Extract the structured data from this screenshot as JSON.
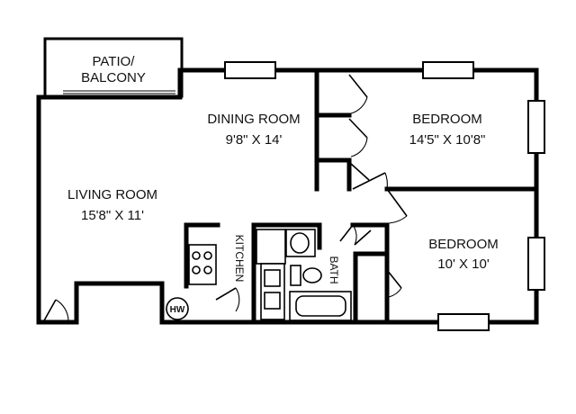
{
  "rooms": {
    "patio": {
      "line1": "PATIO/",
      "line2": "BALCONY"
    },
    "dining": {
      "name": "DINING ROOM",
      "size": "9'8\" X 14'"
    },
    "living": {
      "name": "LIVING ROOM",
      "size": "15'8\" X 11'"
    },
    "bedroom1": {
      "name": "BEDROOM",
      "size": "14'5\" X 10'8\""
    },
    "bedroom2": {
      "name": "BEDROOM",
      "size": "10' X 10'"
    },
    "kitchen": {
      "name": "KITCHEN"
    },
    "bath": {
      "name": "BATH"
    }
  },
  "fixtures": {
    "water_heater": "HW"
  }
}
